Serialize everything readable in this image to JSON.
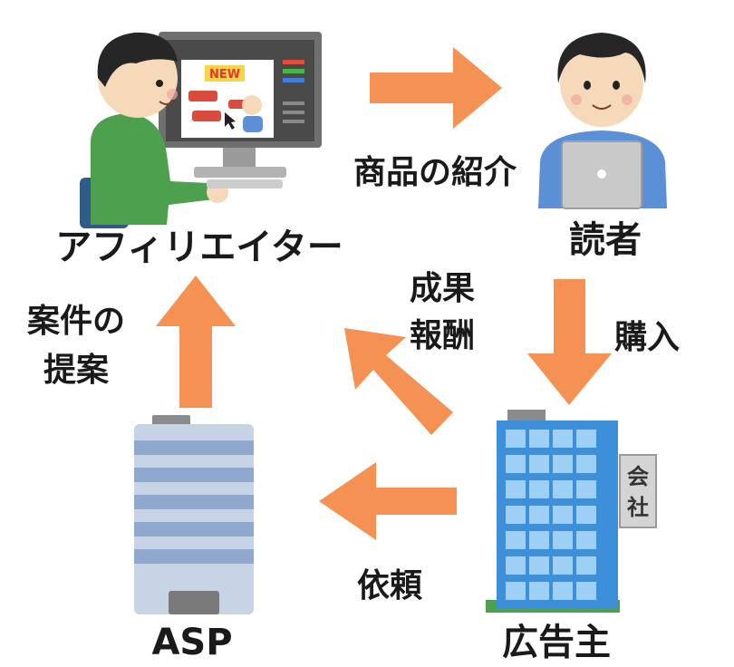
{
  "nodes": {
    "affiliator": "アフィリエイター",
    "reader": "読者",
    "advertiser": "広告主",
    "asp": "ASP"
  },
  "flows": {
    "product_intro": "商品の紹介",
    "purchase": "購入",
    "reward_line1": "成果",
    "reward_line2": "報酬",
    "request": "依頼",
    "proposal_line1": "案件の",
    "proposal_line2": "提案"
  },
  "screen": {
    "new_badge": "NEW"
  },
  "building_sign": {
    "char1": "会",
    "char2": "社"
  },
  "colors": {
    "arrow": "#F59152",
    "shirt": "#4CA04E",
    "reader_shirt": "#5B8FD6",
    "building_blue": "#3C8FD8",
    "asp_stripe": "#8FA9CE"
  }
}
